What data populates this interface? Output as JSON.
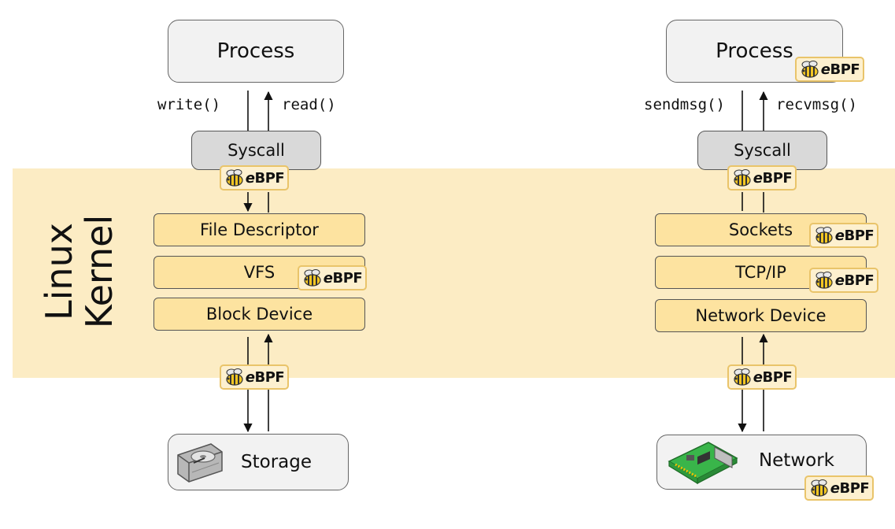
{
  "kernel": {
    "line1": "Linux",
    "line2": "Kernel"
  },
  "left": {
    "process": "Process",
    "call_down": "write()",
    "call_up": "read()",
    "syscall": "Syscall",
    "layers": [
      "File Descriptor",
      "VFS",
      "Block Device"
    ],
    "device": "Storage",
    "device_icon": "hard-drive-icon"
  },
  "right": {
    "process": "Process",
    "call_down": "sendmsg()",
    "call_up": "recvmsg()",
    "syscall": "Syscall",
    "layers": [
      "Sockets",
      "TCP/IP",
      "Network Device"
    ],
    "device": "Network",
    "device_icon": "network-card-icon"
  },
  "badge": {
    "prefix": "e",
    "suffix": "BPF",
    "icon": "bee-icon"
  },
  "colors": {
    "kernel_band": "#fcecc4",
    "layer_fill": "#fde3a0",
    "badge_border": "#e9c46a"
  }
}
